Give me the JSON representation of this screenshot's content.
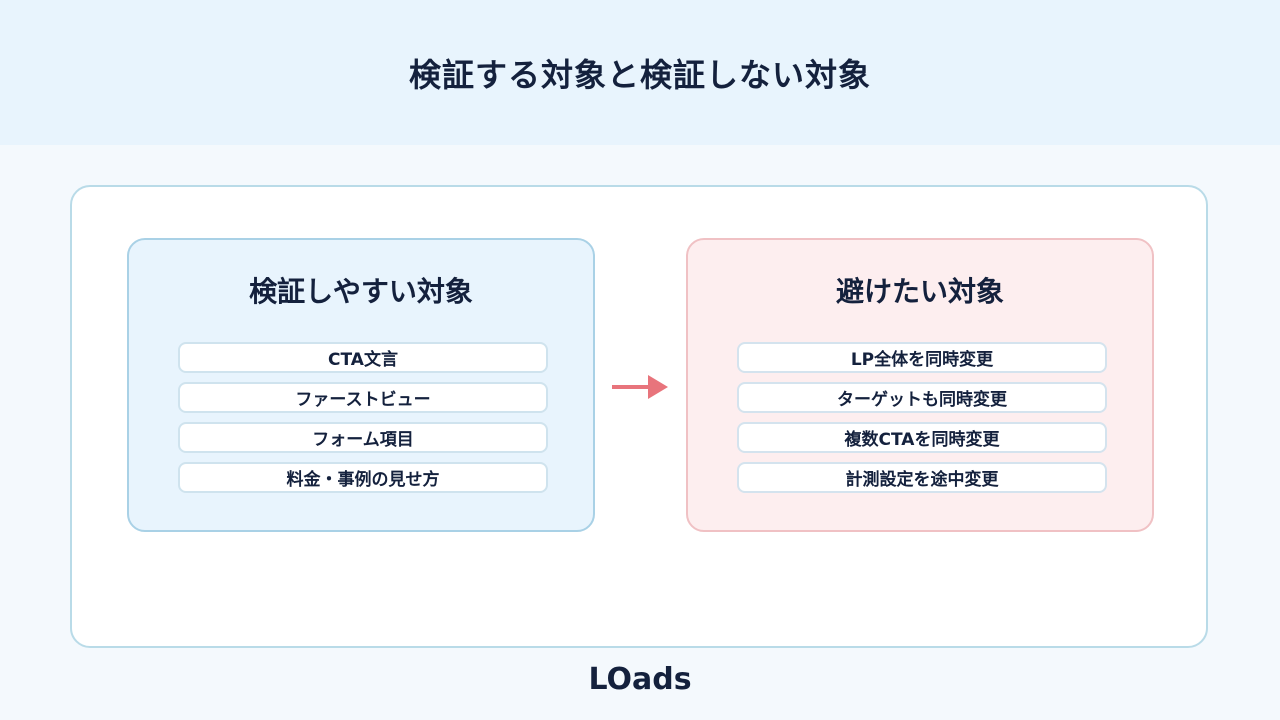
{
  "page": {
    "title": "検証する対象と検証しない対象"
  },
  "columns": {
    "easy": {
      "title": "検証しやすい対象",
      "items": [
        "CTA文言",
        "ファーストビュー",
        "フォーム項目",
        "料金・事例の見せ方"
      ]
    },
    "avoid": {
      "title": "避けたい対象",
      "items": [
        "LP全体を同時変更",
        "ターゲットも同時変更",
        "複数CTAを同時変更",
        "計測設定を途中変更"
      ]
    }
  },
  "colors": {
    "header_bg": "#e8f4fd",
    "easy_bg": "#e8f4fd",
    "avoid_bg": "#fdeeef",
    "arrow": "#e8747c",
    "text": "#14213d"
  },
  "icons": {
    "arrow": "arrow-right-icon"
  },
  "logo": {
    "text": "LOads"
  }
}
